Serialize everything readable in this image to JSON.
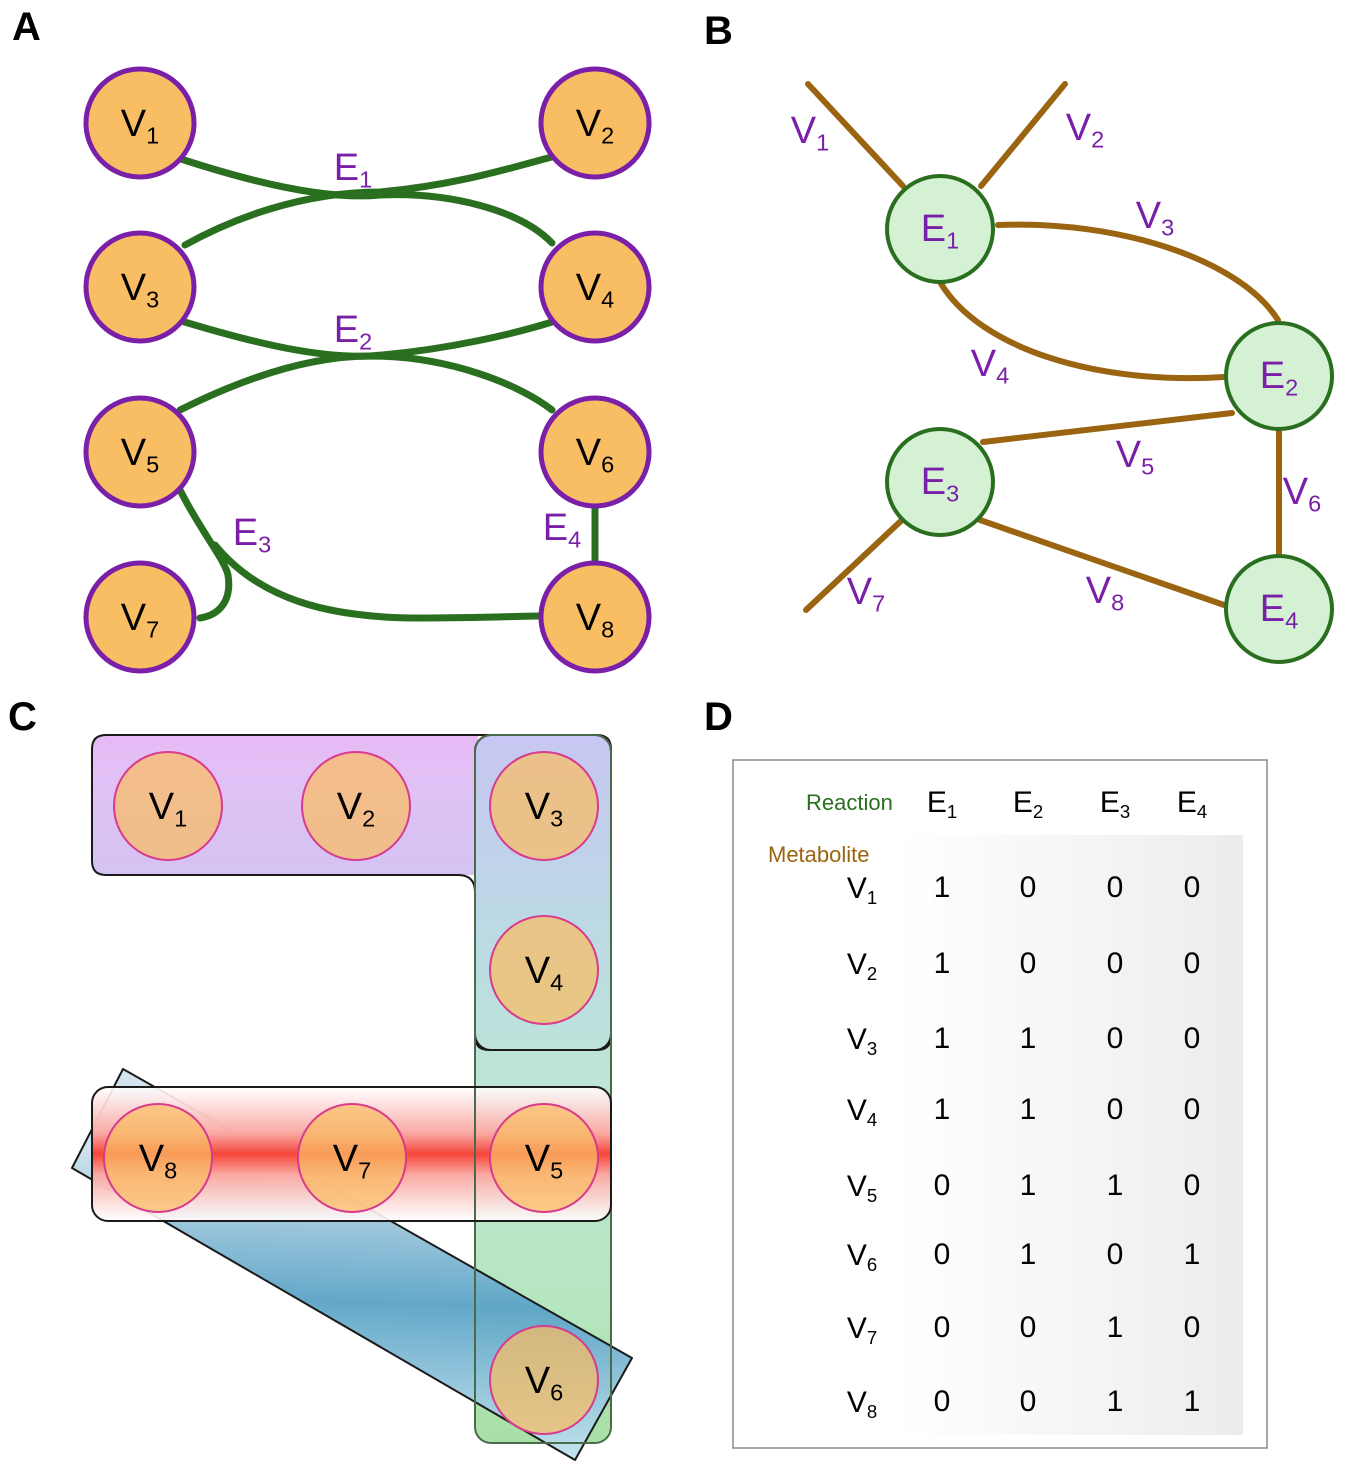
{
  "panels": [
    "A",
    "B",
    "C",
    "D"
  ],
  "colors": {
    "node_fill": "#f9bd63",
    "node_stroke_a": "#7a1fa8",
    "node_stroke_c": "#d73a8e",
    "hyperedge_line": "#2a6f1f",
    "edge_label": "#7a1fa8",
    "reaction_fill": "#d4f1d3",
    "reaction_stroke": "#2a6f1f",
    "metabolite_line": "#9a6410"
  },
  "panel_a": {
    "vertices": [
      {
        "base": "V",
        "sub": "1"
      },
      {
        "base": "V",
        "sub": "2"
      },
      {
        "base": "V",
        "sub": "3"
      },
      {
        "base": "V",
        "sub": "4"
      },
      {
        "base": "V",
        "sub": "5"
      },
      {
        "base": "V",
        "sub": "6"
      },
      {
        "base": "V",
        "sub": "7"
      },
      {
        "base": "V",
        "sub": "8"
      }
    ],
    "edges": [
      {
        "base": "E",
        "sub": "1"
      },
      {
        "base": "E",
        "sub": "2"
      },
      {
        "base": "E",
        "sub": "3"
      },
      {
        "base": "E",
        "sub": "4"
      }
    ]
  },
  "panel_b": {
    "reactions": [
      {
        "base": "E",
        "sub": "1"
      },
      {
        "base": "E",
        "sub": "2"
      },
      {
        "base": "E",
        "sub": "3"
      },
      {
        "base": "E",
        "sub": "4"
      }
    ],
    "metabolites": [
      {
        "base": "V",
        "sub": "1"
      },
      {
        "base": "V",
        "sub": "2"
      },
      {
        "base": "V",
        "sub": "3"
      },
      {
        "base": "V",
        "sub": "4"
      },
      {
        "base": "V",
        "sub": "5"
      },
      {
        "base": "V",
        "sub": "6"
      },
      {
        "base": "V",
        "sub": "7"
      },
      {
        "base": "V",
        "sub": "8"
      }
    ]
  },
  "panel_c": {
    "vertices": [
      {
        "base": "V",
        "sub": "1"
      },
      {
        "base": "V",
        "sub": "2"
      },
      {
        "base": "V",
        "sub": "3"
      },
      {
        "base": "V",
        "sub": "4"
      },
      {
        "base": "V",
        "sub": "8"
      },
      {
        "base": "V",
        "sub": "7"
      },
      {
        "base": "V",
        "sub": "5"
      },
      {
        "base": "V",
        "sub": "6"
      }
    ]
  },
  "panel_d": {
    "reaction_header": "Reaction",
    "metabolite_header": "Metabolite",
    "columns": [
      {
        "base": "E",
        "sub": "1"
      },
      {
        "base": "E",
        "sub": "2"
      },
      {
        "base": "E",
        "sub": "3"
      },
      {
        "base": "E",
        "sub": "4"
      }
    ],
    "rows": [
      {
        "base": "V",
        "sub": "1",
        "values": [
          "1",
          "0",
          "0",
          "0"
        ]
      },
      {
        "base": "V",
        "sub": "2",
        "values": [
          "1",
          "0",
          "0",
          "0"
        ]
      },
      {
        "base": "V",
        "sub": "3",
        "values": [
          "1",
          "1",
          "0",
          "0"
        ]
      },
      {
        "base": "V",
        "sub": "4",
        "values": [
          "1",
          "1",
          "0",
          "0"
        ]
      },
      {
        "base": "V",
        "sub": "5",
        "values": [
          "0",
          "1",
          "1",
          "0"
        ]
      },
      {
        "base": "V",
        "sub": "6",
        "values": [
          "0",
          "1",
          "0",
          "1"
        ]
      },
      {
        "base": "V",
        "sub": "7",
        "values": [
          "0",
          "0",
          "1",
          "0"
        ]
      },
      {
        "base": "V",
        "sub": "8",
        "values": [
          "0",
          "0",
          "1",
          "1"
        ]
      }
    ]
  }
}
